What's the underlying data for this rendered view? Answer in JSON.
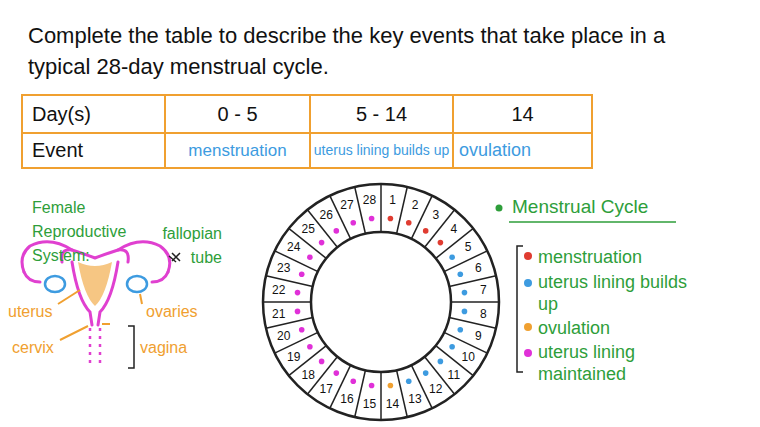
{
  "diagram": {
    "title": "Complete the table to describe the key events that take place in a typical 28-day menstrual cycle.",
    "labels": [
      "Day(s)",
      "0 - 5",
      "5 - 14",
      "14",
      "Event",
      "menstruation",
      "uterus lining builds up",
      "ovulation",
      "Female Reproductive System:",
      "fallopian tube",
      "uterus",
      "ovaries",
      "cervix",
      "vagina",
      "Menstrual Cycle",
      "1",
      "2",
      "3",
      "4",
      "5",
      "6",
      "7",
      "8",
      "9",
      "10",
      "11",
      "12",
      "13",
      "14",
      "15",
      "16",
      "17",
      "18",
      "19",
      "20",
      "21",
      "22",
      "23",
      "24",
      "25",
      "26",
      "27",
      "28"
    ],
    "legend": [
      {
        "text": "menstruation",
        "color": "#e03c31"
      },
      {
        "text": "uterus lining builds up",
        "color": "#3d9be0"
      },
      {
        "text": "ovulation",
        "color": "#f0a030"
      },
      {
        "text": "uterus lining maintained",
        "color": "#e030d8"
      }
    ]
  }
}
